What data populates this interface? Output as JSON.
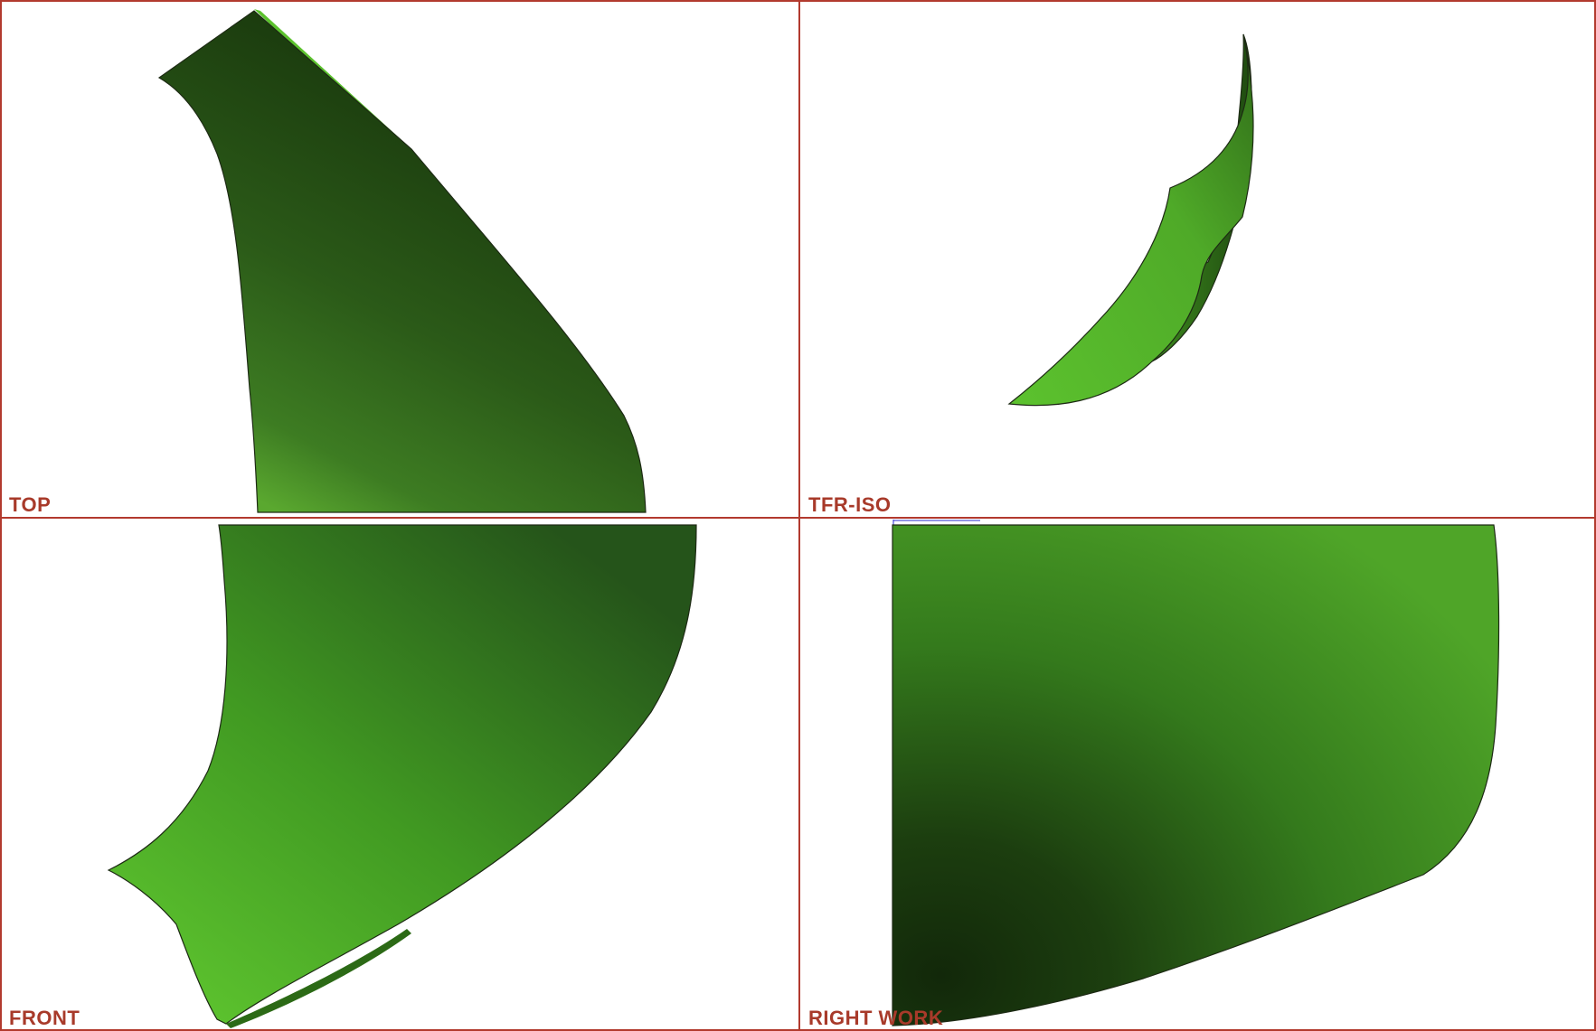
{
  "colors": {
    "frame": "#b23a2e",
    "label": "#a83a2a",
    "surface_light": "#5cc22e",
    "surface_mid": "#3a8a1e",
    "surface_dark": "#16320b",
    "edge": "#1d2a14",
    "axis_hint": "#2a2ad0"
  },
  "viewports": [
    {
      "id": "top",
      "label": "TOP"
    },
    {
      "id": "tfr-iso",
      "label": "TFR-ISO"
    },
    {
      "id": "front",
      "label": "FRONT"
    },
    {
      "id": "right-work",
      "label": "RIGHT WORK"
    }
  ]
}
